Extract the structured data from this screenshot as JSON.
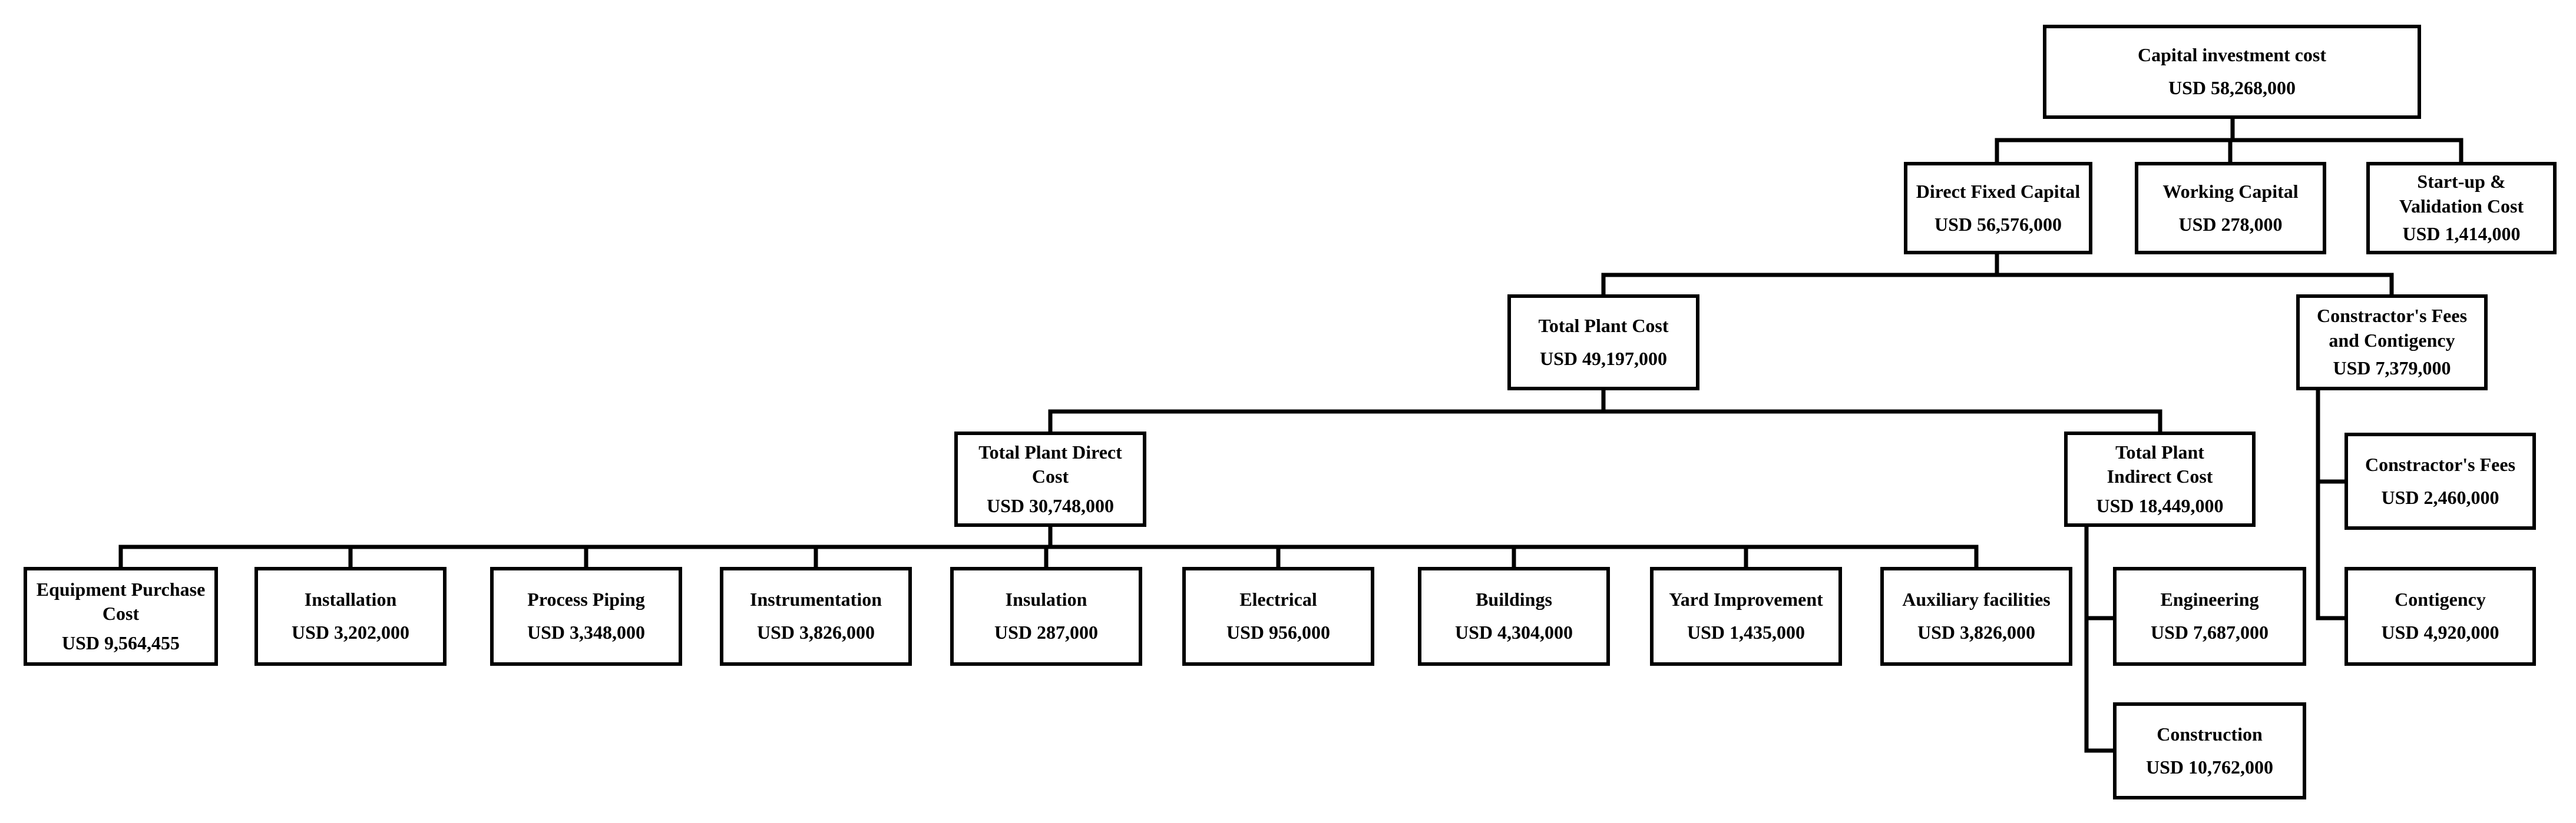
{
  "nodes": {
    "capital_investment": {
      "title": "Capital investment cost",
      "value": "USD 58,268,000"
    },
    "direct_fixed_capital": {
      "title": "Direct Fixed Capital",
      "value": "USD 56,576,000"
    },
    "working_capital": {
      "title": "Working Capital",
      "value": "USD 278,000"
    },
    "startup_validation": {
      "title": "Start-up & Validation Cost",
      "value": "USD 1,414,000"
    },
    "total_plant_cost": {
      "title": "Total Plant Cost",
      "value": "USD 49,197,000"
    },
    "contractors_fees_contingency": {
      "title": "Constractor's Fees and Contigency",
      "value": "USD 7,379,000"
    },
    "total_plant_direct": {
      "title": "Total Plant Direct Cost",
      "value": "USD 30,748,000"
    },
    "total_plant_indirect": {
      "title": "Total Plant Indirect Cost",
      "value": "USD 18,449,000"
    },
    "contractors_fees": {
      "title": "Constractor's Fees",
      "value": "USD 2,460,000"
    },
    "contigency": {
      "title": "Contigency",
      "value": "USD 4,920,000"
    },
    "equipment_purchase": {
      "title": "Equipment Purchase Cost",
      "value": "USD 9,564,455"
    },
    "installation": {
      "title": "Installation",
      "value": "USD 3,202,000"
    },
    "process_piping": {
      "title": "Process Piping",
      "value": "USD 3,348,000"
    },
    "instrumentation": {
      "title": "Instrumentation",
      "value": "USD 3,826,000"
    },
    "insulation": {
      "title": "Insulation",
      "value": "USD 287,000"
    },
    "electrical": {
      "title": "Electrical",
      "value": "USD 956,000"
    },
    "buildings": {
      "title": "Buildings",
      "value": "USD 4,304,000"
    },
    "yard_improvement": {
      "title": "Yard Improvement",
      "value": "USD 1,435,000"
    },
    "auxiliary_facilities": {
      "title": "Auxiliary facilities",
      "value": "USD 3,826,000"
    },
    "engineering": {
      "title": "Engineering",
      "value": "USD 7,687,000"
    },
    "construction": {
      "title": "Construction",
      "value": "USD 10,762,000"
    }
  }
}
